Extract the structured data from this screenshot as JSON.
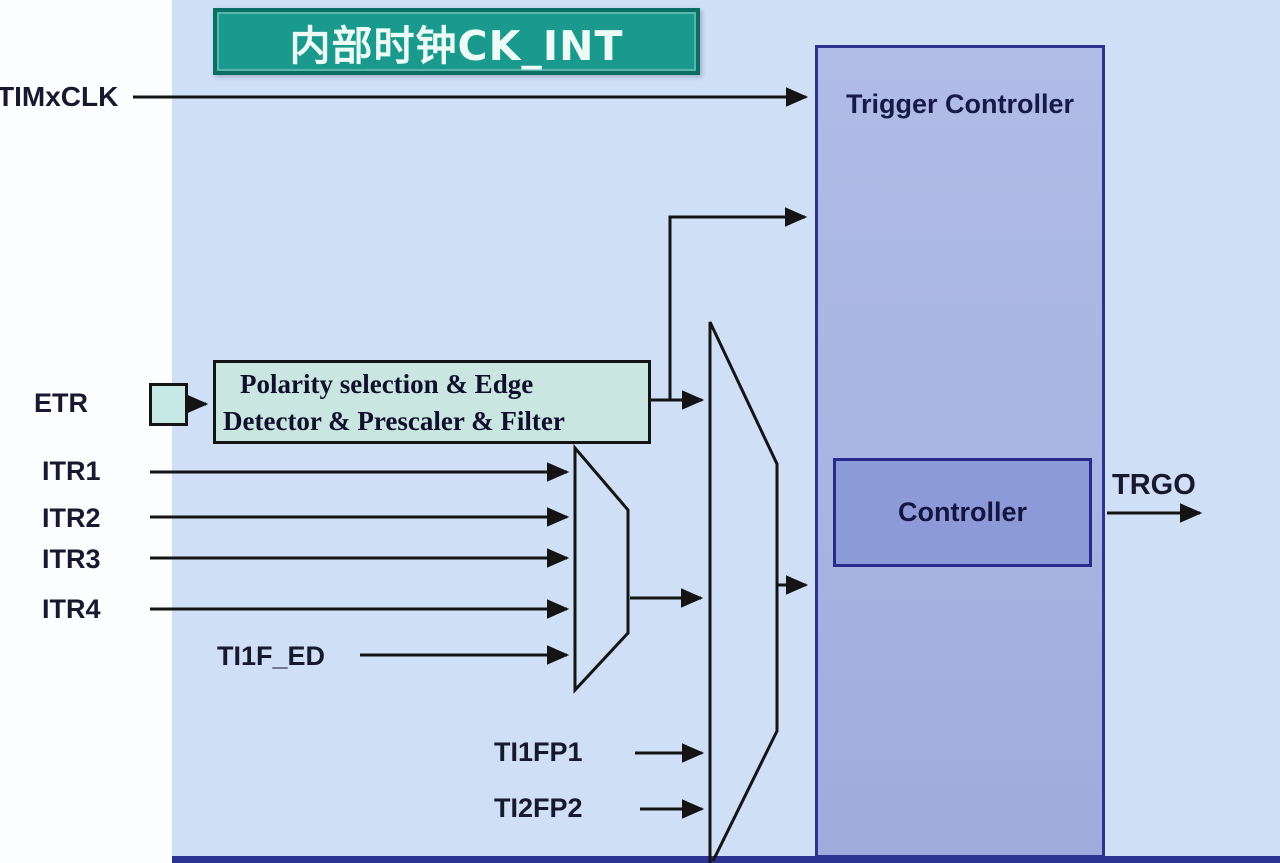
{
  "title": {
    "label": "内部时钟CK_INT"
  },
  "signals": {
    "timxclk": "TIMxCLK",
    "etr": "ETR",
    "itr1": "ITR1",
    "itr2": "ITR2",
    "itr3": "ITR3",
    "itr4": "ITR4",
    "ti1f_ed": "TI1F_ED",
    "ti1fp1": "TI1FP1",
    "ti2fp2": "TI2FP2"
  },
  "blocks": {
    "polarity_line1": "Polarity selection & Edge",
    "polarity_line2": "Detector & Prescaler & Filter",
    "trigger_controller": "Trigger Controller",
    "controller": "Controller"
  },
  "outputs": {
    "trgo": "TRGO"
  },
  "colors": {
    "page_background": "#fcfdff",
    "panel_background": "#cfdff6",
    "title_fill": "#199a8c",
    "title_border": "#0b6e63",
    "title_text": "#ecfbf6",
    "polarity_fill": "#cae6e1",
    "etr_square_fill": "#c6e9e6",
    "trigger_fill": "#abb7e3",
    "trigger_border": "#2c3390",
    "controller_fill": "#8d9ad8",
    "connector": "#141414",
    "label_text": "#18182f",
    "bottom_strip": "#2b3492"
  }
}
